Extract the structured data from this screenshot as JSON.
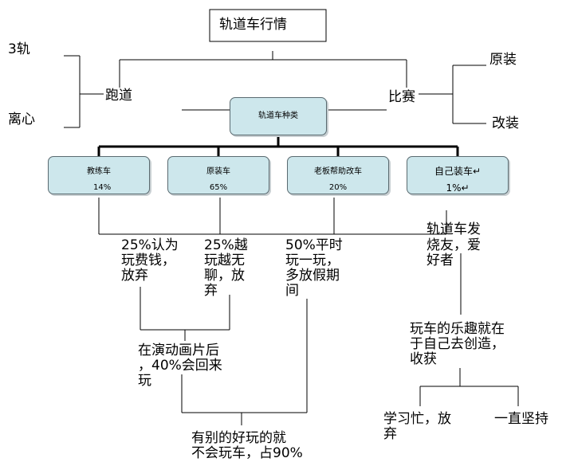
{
  "colors": {
    "box_fill": "#cde7ec",
    "box_border": "#5a6a70"
  },
  "title": "轨道车行情",
  "left": {
    "top_label": "3轨",
    "bottom_label": "离心",
    "middle_label": "跑道"
  },
  "right": {
    "middle_label": "比赛",
    "top_label": "原装",
    "bottom_label": "改装"
  },
  "center_box": {
    "label": "轨道车种类"
  },
  "categories": [
    {
      "name": "教练车",
      "percent": "14%"
    },
    {
      "name": "原装车",
      "percent": "65%"
    },
    {
      "name": "老板帮助改车",
      "percent": "20%"
    },
    {
      "name": "自己装车↵",
      "percent": "1%↵"
    }
  ],
  "notes": {
    "n1": [
      "25%认为",
      "玩费钱，",
      "放弃"
    ],
    "n2": [
      "25%越",
      "玩越无",
      "聊，放",
      "弃"
    ],
    "n3": [
      "50%平时",
      "玩一玩，",
      "多放假期",
      "间"
    ],
    "n4": [
      "轨道车发",
      "烧友，爱",
      "好者"
    ],
    "n5": [
      "在演动画片后",
      "，40%会回来",
      "玩"
    ],
    "n6": [
      "玩车的乐趣就在",
      "于自己去创造，",
      "收获"
    ],
    "n7": [
      "有别的好玩的就",
      "不会玩车，占90%"
    ],
    "n8": [
      "学习忙，放",
      "弃"
    ],
    "n9": "一直坚持"
  }
}
